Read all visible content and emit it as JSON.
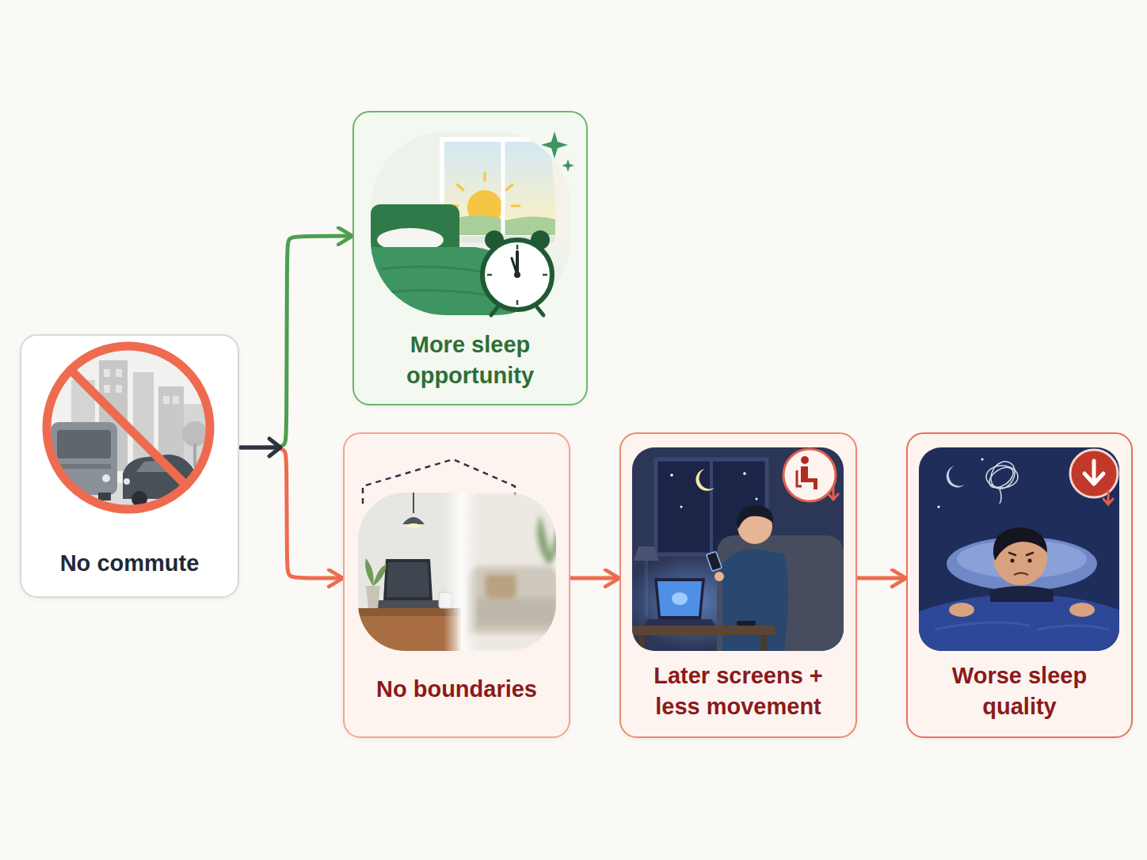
{
  "diagram": {
    "nodes": [
      {
        "text": [
          "No commute"
        ]
      },
      {
        "text": [
          "More sleep opportunity"
        ]
      },
      {
        "text": [
          "No boundaries"
        ]
      },
      {
        "text": [
          "Later screens + less movement"
        ]
      },
      {
        "text": [
          "Worse sleep quality"
        ]
      }
    ],
    "edges": [
      {
        "from": 0,
        "to": 1,
        "arrow": "to"
      },
      {
        "from": 0,
        "to": 2,
        "arrow": "to"
      },
      {
        "from": 2,
        "to": 3,
        "arrow": "to"
      },
      {
        "from": 3,
        "to": 4,
        "arrow": "to"
      }
    ]
  }
}
